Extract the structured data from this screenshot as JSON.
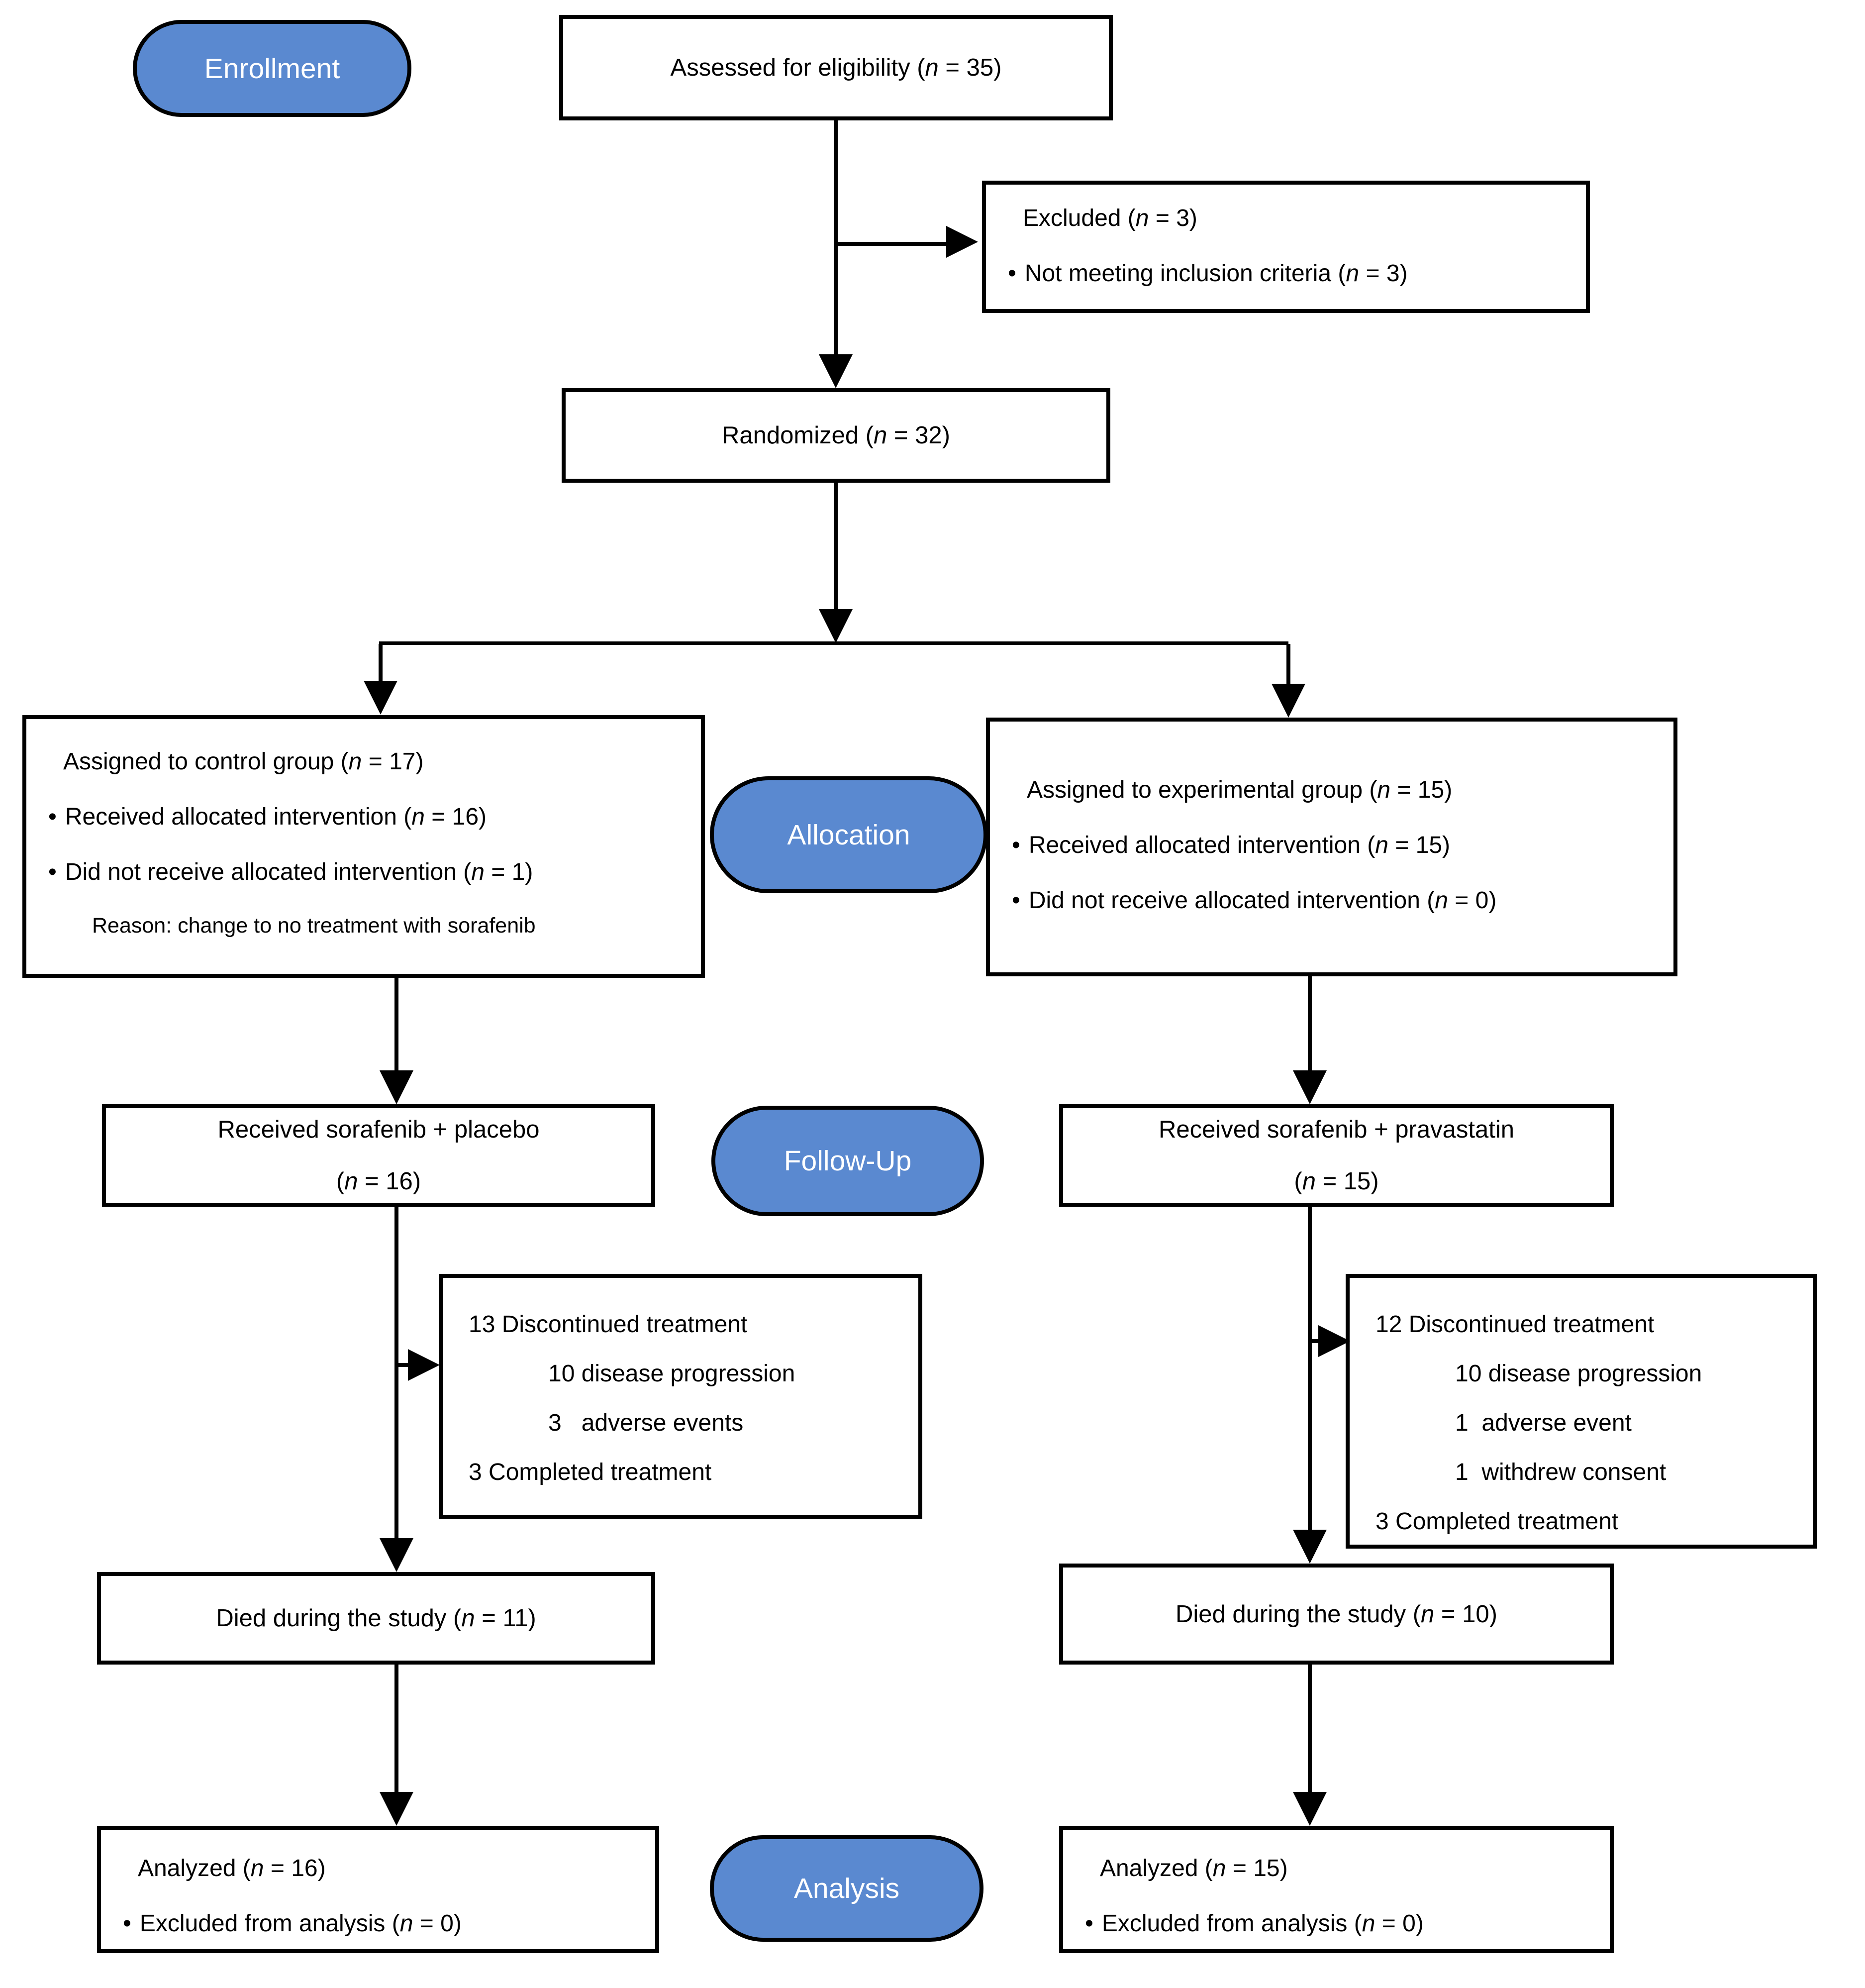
{
  "palette": {
    "pill_fill": "#5A89D0",
    "pill_text": "#FFFFFF",
    "box_fill": "#FFFFFF",
    "line_color": "#000000"
  },
  "pills": {
    "enrollment": "Enrollment",
    "allocation": "Allocation",
    "follow_up": "Follow-Up",
    "analysis": "Analysis"
  },
  "boxes": {
    "assessed": {
      "text": "Assessed for eligibility (n = 35)"
    },
    "excluded": {
      "title": "Excluded (n = 3)",
      "bullets": [
        "Not meeting inclusion criteria (n = 3)"
      ]
    },
    "randomized": {
      "text": "Randomized (n = 32)"
    },
    "control_allocation": {
      "title": "Assigned to control group (n = 17)",
      "bullets": [
        "Received allocated intervention (n = 16)",
        "Did not receive allocated intervention (n = 1)"
      ],
      "note": "Reason: change to no treatment with sorafenib"
    },
    "experimental_allocation": {
      "title": "Assigned to experimental group (n = 15)",
      "bullets": [
        "Received allocated intervention (n = 15)",
        "Did not receive allocated intervention (n = 0)"
      ]
    },
    "control_followup": {
      "line1": "Received sorafenib + placebo",
      "line2": "(n = 16)"
    },
    "experimental_followup": {
      "line1": "Received sorafenib + pravastatin",
      "line2": "(n = 15)"
    },
    "control_discontinued": {
      "lines": [
        {
          "text": "13 Discontinued treatment",
          "indent": 0
        },
        {
          "text": "10 disease progression",
          "indent": 1
        },
        {
          "text": "3   adverse events",
          "indent": 1
        },
        {
          "text": "3 Completed treatment",
          "indent": 0
        }
      ]
    },
    "experimental_discontinued": {
      "lines": [
        {
          "text": "12 Discontinued treatment",
          "indent": 0
        },
        {
          "text": "10 disease progression",
          "indent": 1
        },
        {
          "text": "1  adverse event",
          "indent": 1
        },
        {
          "text": "1  withdrew consent",
          "indent": 1
        },
        {
          "text": "3 Completed treatment",
          "indent": 0
        }
      ]
    },
    "control_died": {
      "text": "Died during the study (n = 11)"
    },
    "experimental_died": {
      "text": "Died during the study (n = 10)"
    },
    "control_analyzed": {
      "title": "Analyzed (n = 16)",
      "bullets": [
        "Excluded from analysis (n = 0)"
      ]
    },
    "experimental_analyzed": {
      "title": "Analyzed (n = 15)",
      "bullets": [
        "Excluded from analysis (n = 0)"
      ]
    }
  }
}
